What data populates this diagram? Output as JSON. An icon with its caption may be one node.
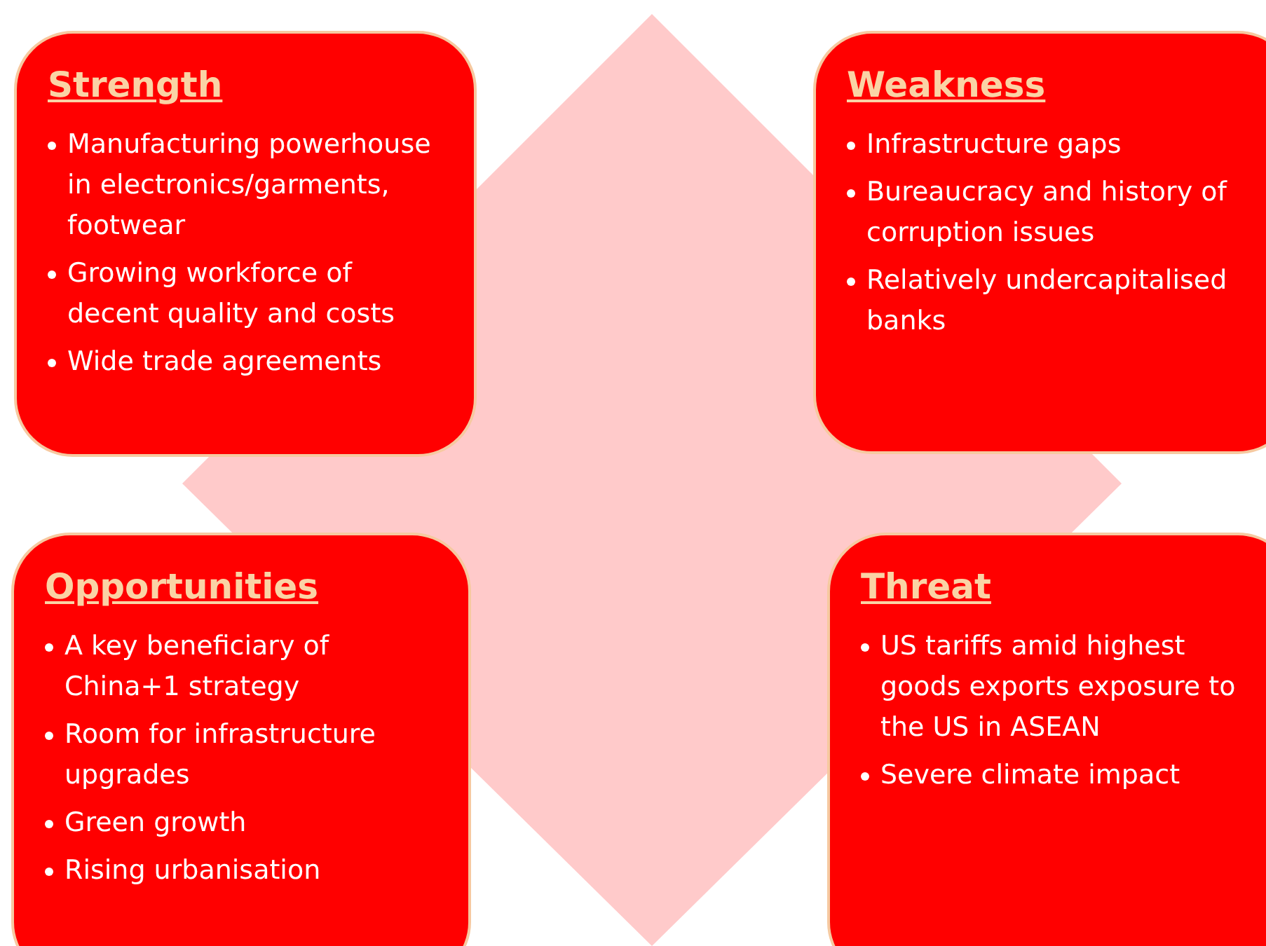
{
  "diagram": {
    "nodes": [
      {
        "text": [
          "Strength",
          "Manufacturing powerhouse in electronics/garments, footwear",
          "Growing workforce of decent quality and costs",
          "Wide trade agreements"
        ]
      },
      {
        "text": [
          "Weakness",
          "Infrastructure gaps",
          "Bureaucracy and history of corruption issues",
          "Relatively undercapitalised banks"
        ]
      },
      {
        "text": [
          "Opportunities",
          "A key beneficiary of China+1 strategy",
          "Room for infrastructure upgrades",
          "Green growth",
          "Rising urbanisation"
        ]
      },
      {
        "text": [
          "Threat",
          "US tariffs amid highest goods exports exposure to the US in ASEAN",
          "Severe climate impact"
        ]
      }
    ]
  }
}
